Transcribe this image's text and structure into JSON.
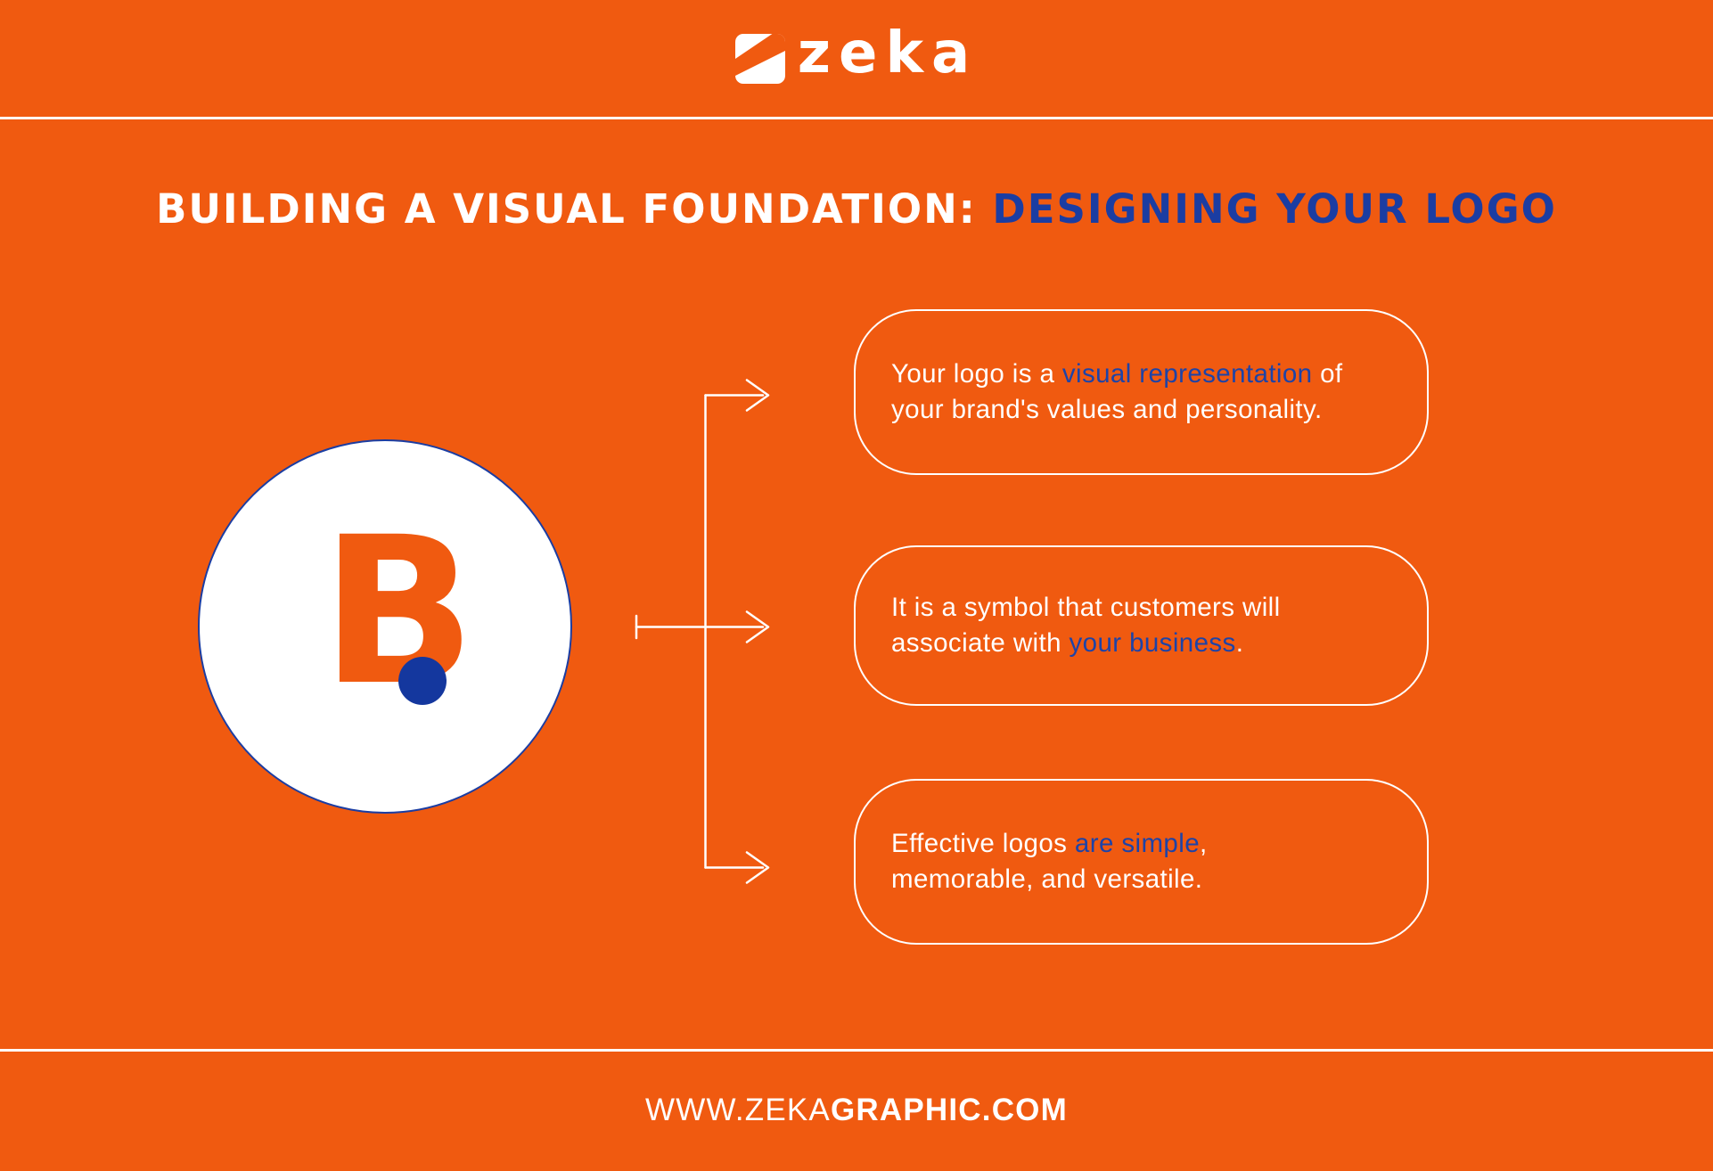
{
  "colors": {
    "background": "#F05A10",
    "white": "#FFFFFF",
    "title_blue": "#1B3DA2",
    "text_blue": "#1D43A8",
    "dot_blue": "#14379E"
  },
  "header": {
    "brand": "zeka",
    "icon": "zeka-mark-icon"
  },
  "title": {
    "white": "BUILDING A VISUAL FOUNDATION:",
    "blue": "DESIGNING YOUR LOGO"
  },
  "logo_badge": {
    "letter": "B",
    "dot": "blue-dot"
  },
  "boxes": [
    {
      "segments": [
        {
          "text": "Your logo is a ",
          "blue": false
        },
        {
          "text": "visual representation",
          "blue": true
        },
        {
          "text": " of\nyour brand's values and personality.",
          "blue": false
        }
      ]
    },
    {
      "segments": [
        {
          "text": "It is a symbol that customers will\nassociate with ",
          "blue": false
        },
        {
          "text": "your business",
          "blue": true
        },
        {
          "text": ".",
          "blue": false
        }
      ]
    },
    {
      "segments": [
        {
          "text": "Effective logos ",
          "blue": false
        },
        {
          "text": "are simple",
          "blue": true
        },
        {
          "text": ",\nmemorable, and versatile.",
          "blue": false
        }
      ]
    }
  ],
  "footer": {
    "www": "WWW.",
    "brand": "ZEKA",
    "rest": "GRAPHIC.COM"
  }
}
